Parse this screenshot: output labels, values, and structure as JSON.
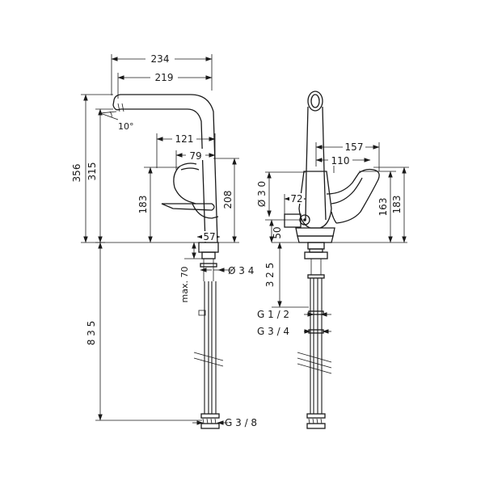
{
  "drawing": {
    "side_view": {
      "width_overall": "234",
      "reach": "219",
      "spout_angle": "10°",
      "height_overall": "356",
      "spout_height": "315",
      "lever_reach": "121",
      "lever_offset": "79",
      "lever_height": "183",
      "body_height": "208",
      "base_diameter": "57",
      "deck_thickness": "max. 70",
      "hole_diameter": "Ø 3 4",
      "hose_length": "8 3 5",
      "hose_thread": "G  3 / 8"
    },
    "front_view": {
      "lever_reach": "157",
      "lever_offset": "110",
      "body_diameter": "Ø 3 0",
      "body_offset": "72",
      "base_height": "50",
      "lever_height_low": "163",
      "lever_height_high": "183",
      "valve_depth": "3 2 5",
      "thread_small": "G  1 / 2",
      "thread_large": "G  3 / 4"
    }
  }
}
